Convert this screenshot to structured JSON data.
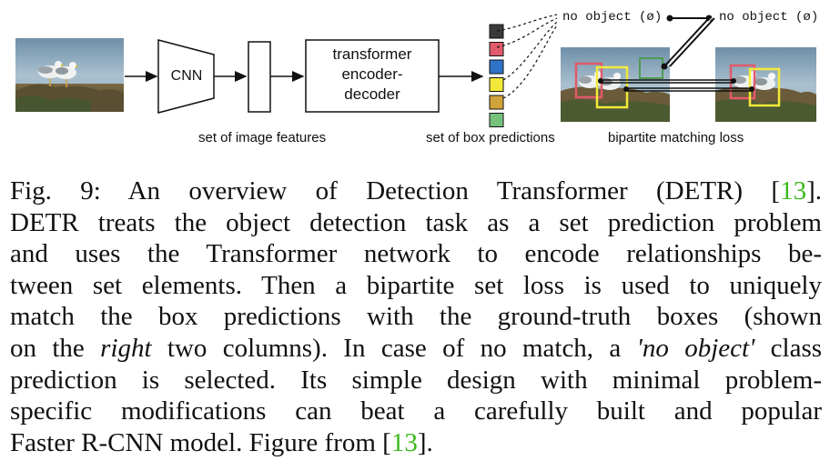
{
  "figure": {
    "cnn_label": "CNN",
    "transformer_label": "transformer encoder-decoder",
    "transformer_lines": [
      "transformer",
      "encoder-",
      "decoder"
    ],
    "image_features_label": "set of image features",
    "box_predictions_label": "set of box predictions",
    "matching_loss_label": "bipartite matching loss",
    "no_object_left": "no object (ø)",
    "no_object_right": "no object (ø)",
    "prediction_colors": [
      "#3a3a3a",
      "#e05a6a",
      "#2f73c9",
      "#f3e93a",
      "#d2a33a",
      "#77c27a"
    ]
  },
  "caption": {
    "fig_label": "Fig. 9:",
    "ref": "13",
    "lines": [
      [
        "Fig. 9: An overview of Detection Transformer (DETR) [",
        "13",
        "]."
      ],
      [
        "DETR treats the object detection task as a set prediction problem"
      ],
      [
        "and uses the Transformer network to encode relationships be-"
      ],
      [
        "tween set elements. Then a bipartite set loss is used to uniquely"
      ],
      [
        "match the box predictions with the ground-truth boxes (shown"
      ],
      [
        "on the ",
        "right",
        " two columns). In case of no match, a ",
        "'no object'",
        " class"
      ],
      [
        "prediction is selected. Its simple design with minimal problem-"
      ],
      [
        "specific modifications can beat a carefully built and popular"
      ],
      [
        "Faster R-CNN model. Figure from [",
        "13",
        "]."
      ]
    ]
  }
}
